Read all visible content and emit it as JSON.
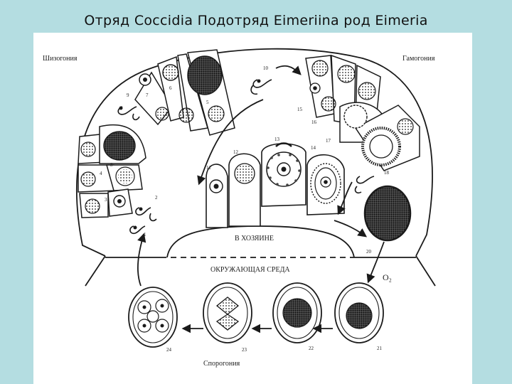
{
  "title": "Отряд Coccidia Подотряд Eimeriina род Eimeria",
  "labels": {
    "schizogony": "Шизогония",
    "gamogony": "Гамогония",
    "in_host": "В ХОЗЯИНЕ",
    "environment": "ОКРУЖАЮЩАЯ СРЕДА",
    "sporogony": "Спорогония",
    "oxygen": "O₂"
  },
  "numbers": {
    "n1": "1",
    "n2": "2",
    "n3": "3",
    "n4": "4",
    "n5": "5",
    "n6": "6",
    "n7": "7",
    "n8": "8",
    "n9": "9",
    "n10": "10",
    "n11": "11",
    "n12": "12",
    "n13": "13",
    "n14": "14",
    "n15": "15",
    "n16": "16",
    "n17": "17",
    "n18": "18",
    "n20": "20",
    "n21": "21",
    "n22": "22",
    "n23": "23",
    "n24": "24"
  },
  "colors": {
    "background": "#b4dde1",
    "panel": "#ffffff",
    "ink": "#1a1a1a"
  }
}
